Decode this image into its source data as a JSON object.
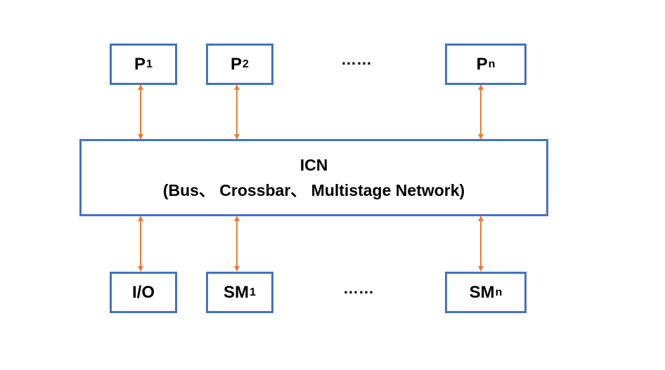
{
  "colors": {
    "box_border": "#4472C4",
    "arrow": "#ED7D31"
  },
  "top_row": [
    {
      "main": "P",
      "sub": "1"
    },
    {
      "main": "P",
      "sub": "2"
    },
    {
      "main": "P",
      "sub": "n"
    }
  ],
  "top_ellipsis": "……",
  "icn": {
    "title": "ICN",
    "subtitle": "(Bus、 Crossbar、 Multistage Network)"
  },
  "bottom_row": [
    {
      "main": "I/O",
      "sub": ""
    },
    {
      "main": "SM",
      "sub": "1"
    },
    {
      "main": "SM",
      "sub": "n"
    }
  ],
  "bottom_ellipsis": "……"
}
